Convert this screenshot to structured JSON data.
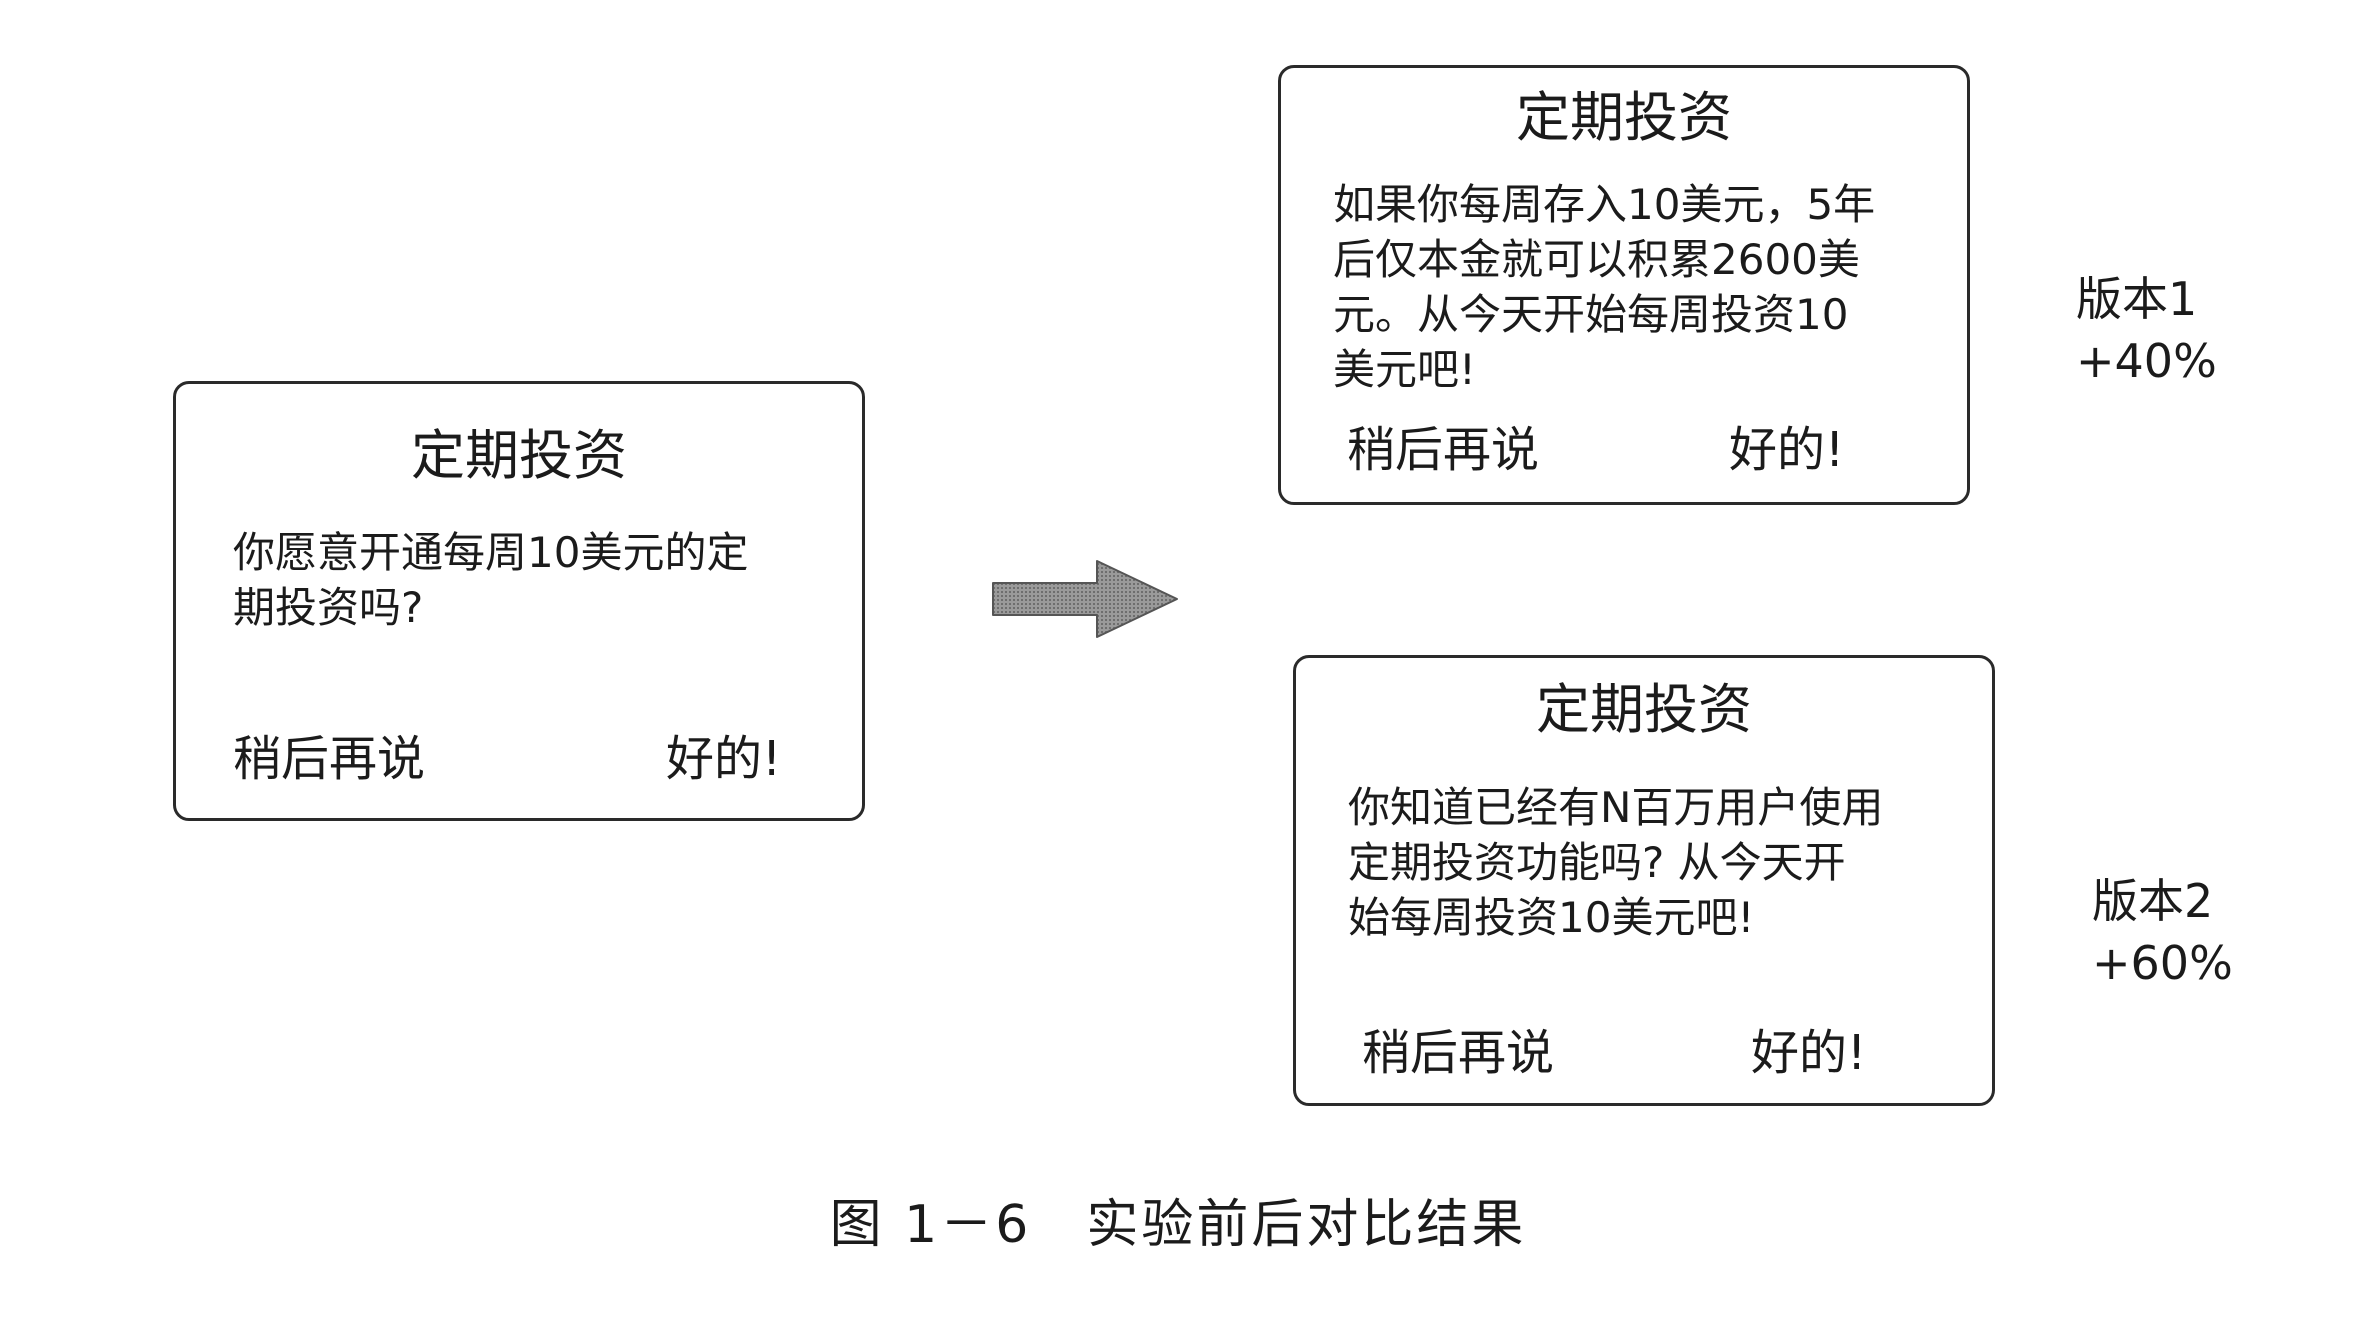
{
  "original": {
    "title": "定期投资",
    "body_lines": [
      "你愿意开通每周10美元的定",
      "期投资吗?"
    ],
    "later_button": "稍后再说",
    "ok_button": "好的!"
  },
  "variants": [
    {
      "title": "定期投资",
      "body_lines": [
        "如果你每周存入10美元，5年",
        "后仅本金就可以积累2600美",
        "元。从今天开始每周投资10",
        "美元吧!"
      ],
      "later_button": "稍后再说",
      "ok_button": "好的!",
      "version_label": "版本1",
      "lift": "+40%"
    },
    {
      "title": "定期投资",
      "body_lines": [
        "你知道已经有N百万用户使用",
        "定期投资功能吗? 从今天开",
        "始每周投资10美元吧!"
      ],
      "later_button": "稍后再说",
      "ok_button": "好的!",
      "version_label": "版本2",
      "lift": "+60%"
    }
  ],
  "caption": "图 1－6　实验前后对比结果",
  "colors": {
    "border": "#2a2a2a",
    "text": "#1b1b1b",
    "arrow_fill": "#8a8a8a",
    "arrow_stroke": "#555555"
  },
  "icons": {
    "arrow": "right-arrow-icon"
  }
}
